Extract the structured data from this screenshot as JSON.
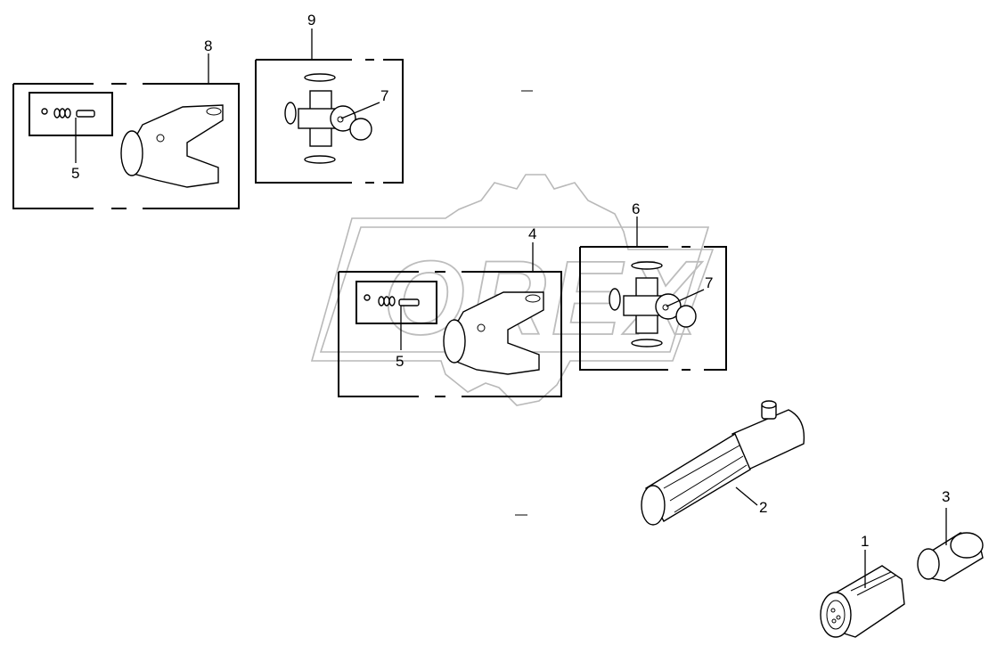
{
  "diagram": {
    "callouts": {
      "c1": "1",
      "c2": "2",
      "c3": "3",
      "c4": "4",
      "c5a": "5",
      "c5b": "5",
      "c6": "6",
      "c7a": "7",
      "c7b": "7",
      "c8": "8",
      "c9": "9"
    },
    "watermark_text": "OREX"
  }
}
